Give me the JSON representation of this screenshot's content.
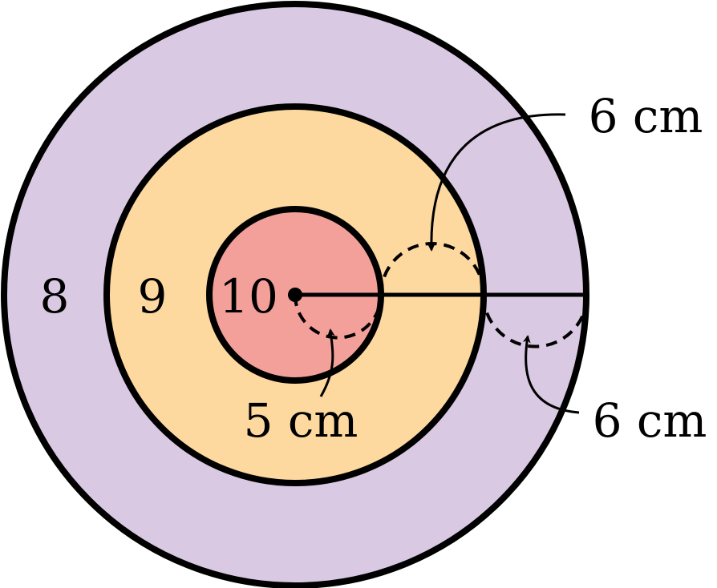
{
  "rings": [
    {
      "score": "8",
      "color": "#D9C9E3"
    },
    {
      "score": "9",
      "color": "#FDD9A0"
    },
    {
      "score": "10",
      "color": "#F4A09A"
    }
  ],
  "labels": {
    "inner_radius": "5 cm",
    "middle_width": "6 cm",
    "outer_width": "6 cm"
  }
}
